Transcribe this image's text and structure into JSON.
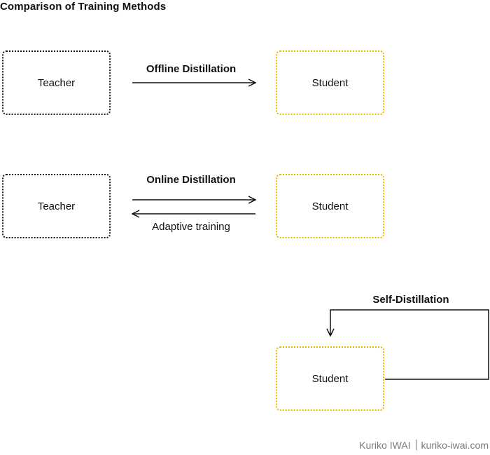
{
  "title": "Comparison of Training Methods",
  "nodes": {
    "teacher_1": "Teacher",
    "student_1": "Student",
    "teacher_2": "Teacher",
    "student_2": "Student",
    "student_3": "Student"
  },
  "edges": {
    "offline": "Offline Distillation",
    "online": "Online Distillation",
    "adaptive": "Adaptive training",
    "self": "Self-Distillation"
  },
  "footer": {
    "author": "Kuriko IWAI",
    "site": "kuriko-iwai.com"
  },
  "colors": {
    "teacher_border": "#1a1a1a",
    "student_border": "#f0b400",
    "text": "#111111",
    "footer_text": "#7a7a7a"
  }
}
